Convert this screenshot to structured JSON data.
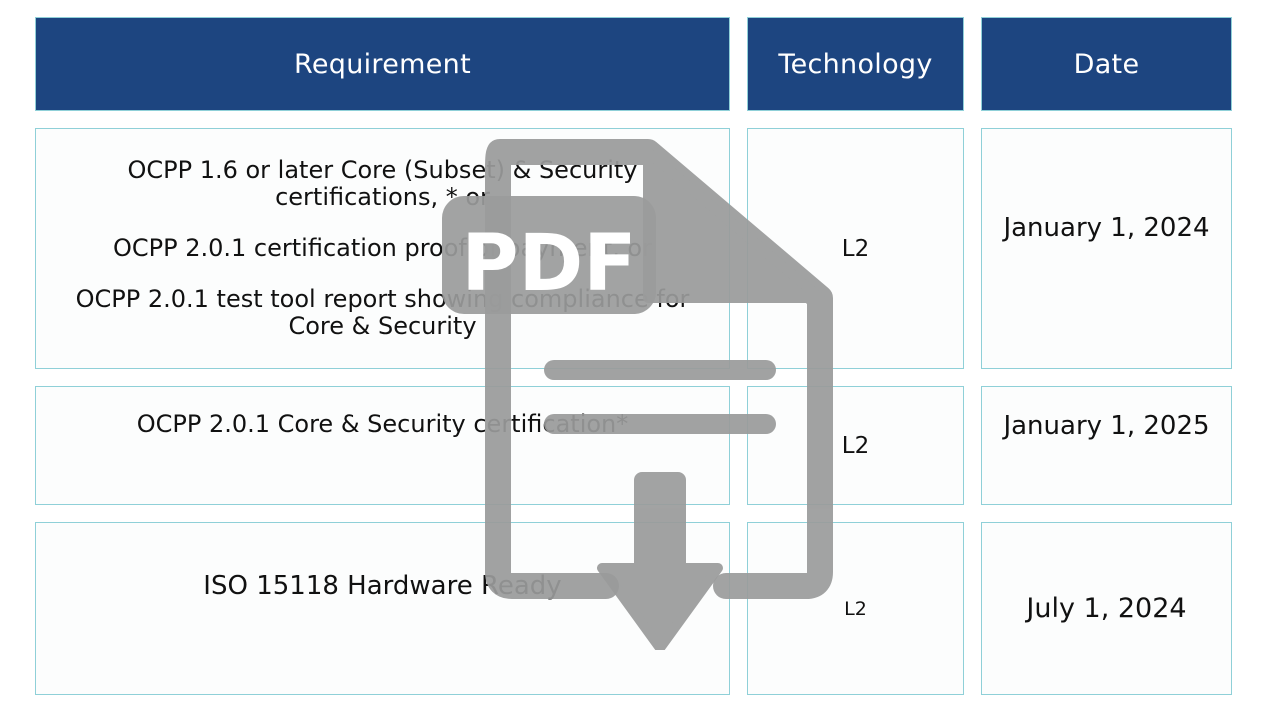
{
  "table": {
    "headers": {
      "requirement": "Requirement",
      "technology": "Technology",
      "date": "Date"
    },
    "rows": [
      {
        "requirement": [
          "OCPP 1.6 or later Core (Subset) & Security certifications, * or",
          "OCPP 2.0.1 certification proof of payment, or",
          "OCPP 2.0.1 test tool report showing compliance for Core & Security"
        ],
        "technology": "L2",
        "date": "January 1, 2024"
      },
      {
        "requirement": [
          "OCPP 2.0.1 Core & Security certification*"
        ],
        "technology": "L2",
        "date": "January 1, 2025"
      },
      {
        "requirement": [
          "ISO 15118 Hardware Ready"
        ],
        "technology": "L2",
        "date": "July 1, 2024"
      }
    ]
  },
  "overlay": {
    "icon": "pdf-download-icon",
    "label": "PDF",
    "color": "#9a9b9b"
  },
  "colors": {
    "header_bg": "#1d4580",
    "cell_border": "#8fd0d8"
  }
}
